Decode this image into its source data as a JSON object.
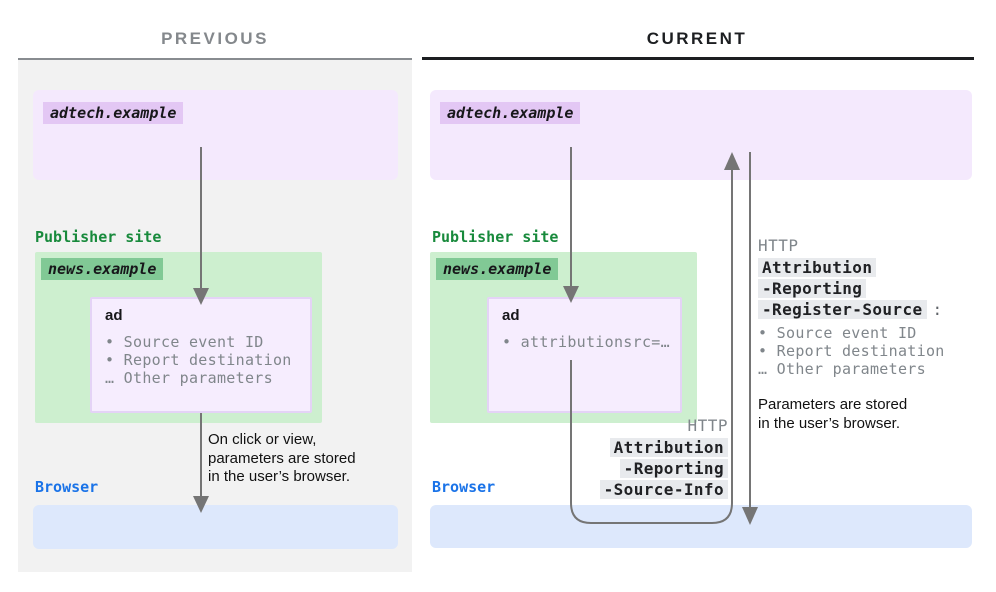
{
  "headers": {
    "previous": "PREVIOUS",
    "current": "CURRENT"
  },
  "previous": {
    "adtech_label": "adtech.example",
    "publisher_label": "Publisher site",
    "news_label": "news.example",
    "ad_title": "ad",
    "ad_bullets": [
      "• Source event ID",
      "• Report destination",
      "… Other parameters"
    ],
    "note_lines": [
      "On click or view,",
      "parameters are stored",
      "in the user’s browser."
    ],
    "browser_label": "Browser"
  },
  "current": {
    "adtech_label": "adtech.example",
    "publisher_label": "Publisher site",
    "news_label": "news.example",
    "ad_title": "ad",
    "ad_bullets": [
      "• attributionsrc=…"
    ],
    "browser_label": "Browser",
    "register_source": {
      "protocol": "HTTP",
      "header_lines": [
        "Attribution",
        "-Reporting",
        "-Register-Source"
      ],
      "suffix": ":",
      "bullets": [
        "• Source event ID",
        "• Report destination",
        "… Other parameters"
      ],
      "note_lines": [
        "Parameters are stored",
        "in the user’s browser."
      ]
    },
    "source_info": {
      "protocol": "HTTP",
      "header_lines": [
        "Attribution",
        "-Reporting",
        "-Source-Info"
      ]
    }
  },
  "colors": {
    "adtech_box": "#f4e9fd",
    "adtech_highlight": "#e3c7f4",
    "publisher_green": "#188a3c",
    "green_box": "#cdefcf",
    "news_highlight": "#81c995",
    "browser_blue": "#1a73e8",
    "browser_box": "#dde8fc",
    "panel_bg": "#f2f2f2",
    "gray_text": "#80868b",
    "header_highlight": "#e8eaed",
    "arrow": "#757575"
  }
}
